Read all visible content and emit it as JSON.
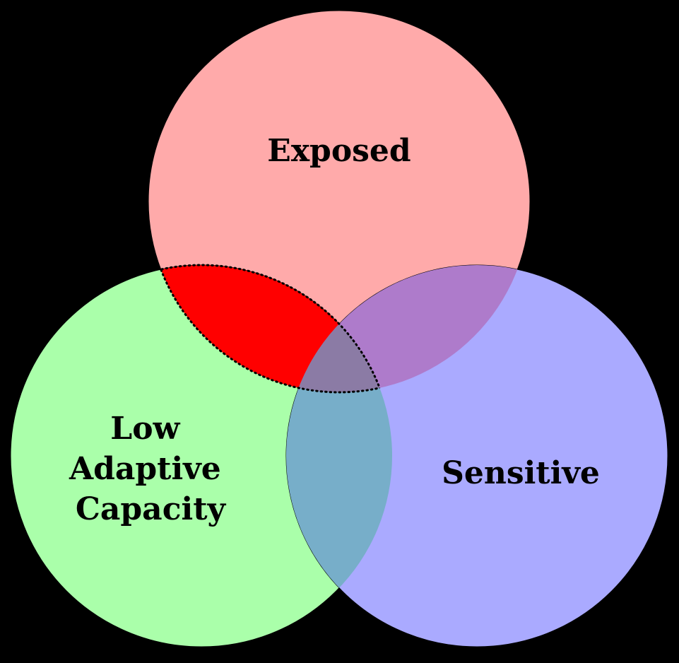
{
  "background_color": "#000000",
  "sets": {
    "exposed": {
      "label": "Exposed",
      "color": "#ffaaaa"
    },
    "sensitive": {
      "label": "Sensitive",
      "color": "#aaaaff"
    },
    "low_adaptive_capacity": {
      "label_lines": [
        "Low",
        "Adaptive",
        "Capacity"
      ],
      "color": "#aaffaa"
    }
  },
  "overlaps": {
    "exposed_low_adaptive_capacity": {
      "color": "#ff0000",
      "outline": "dotted"
    },
    "exposed_sensitive": {
      "color": "#ae7bcb"
    },
    "sensitive_low_adaptive_capacity": {
      "color": "#77aec9"
    },
    "all_three": {
      "color": "#8b7ba5"
    }
  }
}
